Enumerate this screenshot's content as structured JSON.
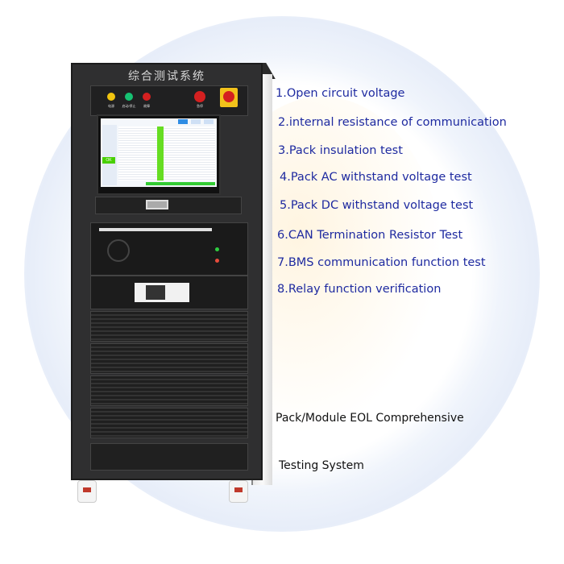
{
  "cabinet": {
    "title": "综合测试系统",
    "indicators": [
      {
        "color": "#f1c40f",
        "label": "电源"
      },
      {
        "color": "#16c172",
        "label": "启动/停止"
      },
      {
        "color": "#d42020",
        "label": "故障"
      }
    ],
    "estop_label": "急停",
    "screen": {
      "ok_label": "OK"
    }
  },
  "features": [
    "1.Open circuit voltage",
    "2.internal resistance of communication",
    "3.Pack insulation test",
    "4.Pack AC withstand voltage test",
    "5.Pack DC withstand voltage test",
    "6.CAN Termination Resistor Test",
    "7.BMS communication function test",
    "8.Relay function verification"
  ],
  "caption": {
    "line1": "Pack/Module EOL Comprehensive",
    "line2": "Testing System"
  },
  "colors": {
    "feature_text": "#1e2aa0",
    "caption_text": "#111111"
  }
}
